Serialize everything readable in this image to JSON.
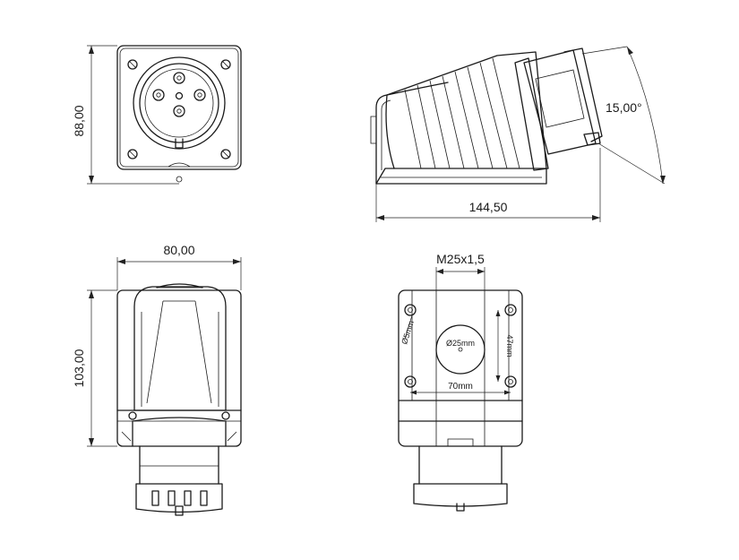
{
  "dimensions": {
    "front_height": "88,00",
    "side_length": "144,50",
    "angle": "15,00°",
    "width": "80,00",
    "depth": "103,00",
    "thread": "M25x1,5",
    "hole_diameter": "Ø5mm",
    "cable_diameter": "Ø25mm",
    "hole_vertical_spacing": "47mm",
    "hole_horizontal_spacing": "70mm"
  },
  "colors": {
    "line": "#1a1a1a",
    "background": "#ffffff"
  }
}
